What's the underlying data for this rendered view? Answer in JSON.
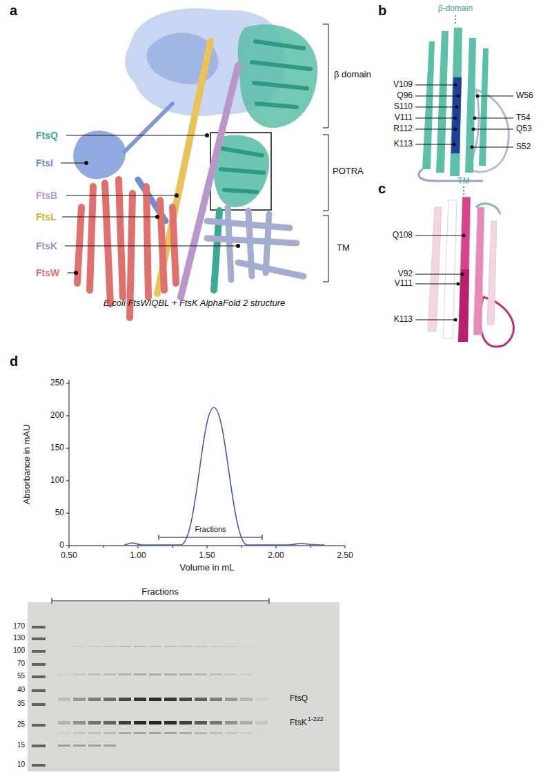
{
  "diagram": {
    "labels": [
      "a",
      "FtsQ",
      "FtsI",
      "FtsB",
      "FtsL",
      "FtsK",
      "FtsW",
      "β domain",
      "POTRA",
      "TM",
      "E.coli FtsWIQBL + FtsK AlphaFold 2 structure",
      "b",
      "β-domain",
      "V109",
      "Q96",
      "S110",
      "V111",
      "R112",
      "K113",
      "W56",
      "T54",
      "Q53",
      "S52",
      "c",
      "TM",
      "Q108",
      "V92",
      "V111",
      "K113",
      "d",
      "250",
      "200",
      "150",
      "100",
      "50",
      "0",
      "Absorbance in mAU",
      "0.50",
      "1.00",
      "1.50",
      "2.00",
      "2.50",
      "Volume in mL",
      "Fractions",
      "Fractions",
      "170",
      "130",
      "100",
      "70",
      "55",
      "40",
      "35",
      "25",
      "15",
      "10",
      "FtsQ",
      "FtsK",
      "1-222"
    ]
  }
}
